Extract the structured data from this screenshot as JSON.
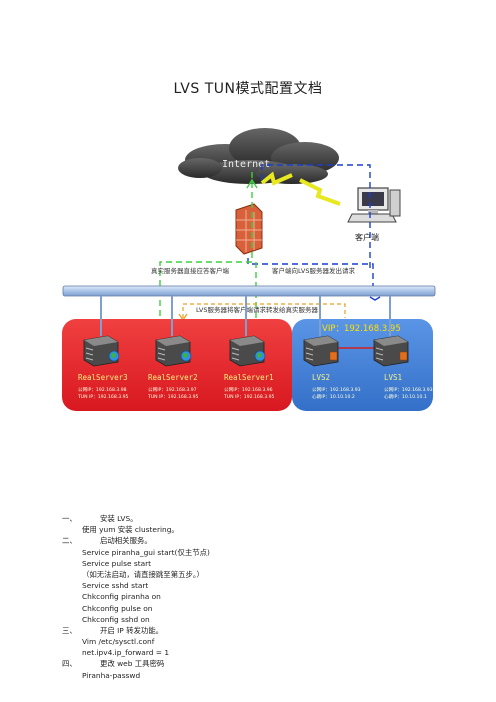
{
  "title": "LVS TUN模式配置文档",
  "diagram": {
    "cloud_label": "Internet",
    "client_label": "客户端",
    "vip_label": "VIP：192.168.3.95",
    "note_left": "真实服务器直接应答客户端",
    "note_right": "客户端向LVS服务器发出请求",
    "note_forward": "LVS服务器将客户端请求转发给真实服务器",
    "servers": [
      {
        "name": "RealServer3",
        "line1": "公网IP：192.168.3.98",
        "line2": "TUN IP：192.168.3.95"
      },
      {
        "name": "RealServer2",
        "line1": "公网IP：192.168.3.97",
        "line2": "TUN IP：192.168.3.95"
      },
      {
        "name": "RealServer1",
        "line1": "公网IP：192.168.3.96",
        "line2": "TUN IP：192.168.3.95"
      },
      {
        "name": "LVS2",
        "line1": "公网IP：192.168.3.93",
        "line2": "心跳IP：10.10.10.2"
      },
      {
        "name": "LVS1",
        "line1": "公网IP：192.168.3.93",
        "line2": "心跳IP：10.10.10.1"
      }
    ],
    "colors": {
      "red_zone": "#e8252b",
      "blue_zone": "#3b7dd8",
      "green": "#3fcf3f",
      "blue_dash": "#1a3fd0",
      "orange_dash": "#e8a020",
      "bus": "#a9c3e8"
    }
  },
  "steps": [
    {
      "num": "一、",
      "text": "安装 LVS。"
    },
    {
      "sub": "使用 yum 安装 clustering。"
    },
    {
      "num": "二、",
      "text": "启动相关服务。"
    },
    {
      "sub": "Service piranha_gui start(仅主节点)"
    },
    {
      "sub": "Service pulse start"
    },
    {
      "sub": "（如无法启动，请直接跳至第五步。）"
    },
    {
      "sub": "Service sshd start"
    },
    {
      "sub": "Chkconfig piranha on"
    },
    {
      "sub": "Chkconfig pulse on"
    },
    {
      "sub": "Chkconfig sshd on"
    },
    {
      "num": "三、",
      "text": "开启 IP 转发功能。"
    },
    {
      "sub": "Vim /etc/sysctl.conf"
    },
    {
      "sub": "net.ipv4.ip_forward = 1"
    },
    {
      "num": "四、",
      "text": "更改 web 工具密码"
    },
    {
      "sub": "Piranha-passwd"
    }
  ]
}
